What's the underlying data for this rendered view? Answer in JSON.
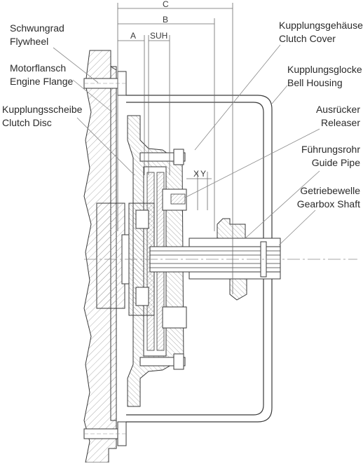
{
  "dimensions": {
    "c": "C",
    "b": "B",
    "a": "A",
    "suh": "SUH",
    "x": "X",
    "y": "Y"
  },
  "labels": {
    "flywheel": {
      "de": "Schwungrad",
      "en": "Flywheel"
    },
    "engine_flange": {
      "de": "Motorflansch",
      "en": "Engine Flange"
    },
    "clutch_disc": {
      "de": "Kupplungsscheibe",
      "en": "Clutch Disc"
    },
    "clutch_cover": {
      "de": "Kupplungsgehäuse",
      "en": "Clutch Cover"
    },
    "bell_housing": {
      "de": "Kupplungsglocke",
      "en": "Bell Housing"
    },
    "releaser": {
      "de": "Ausrücker",
      "en": "Releaser"
    },
    "guide_pipe": {
      "de": "Führungsrohr",
      "en": "Guide Pipe"
    },
    "gearbox_shaft": {
      "de": "Getriebewelle",
      "en": "Gearbox Shaft"
    }
  },
  "colors": {
    "line": "#3a3a3a",
    "leader": "#8a8a8a",
    "hatch": "#9a9a9a",
    "text": "#2a2a2a"
  }
}
